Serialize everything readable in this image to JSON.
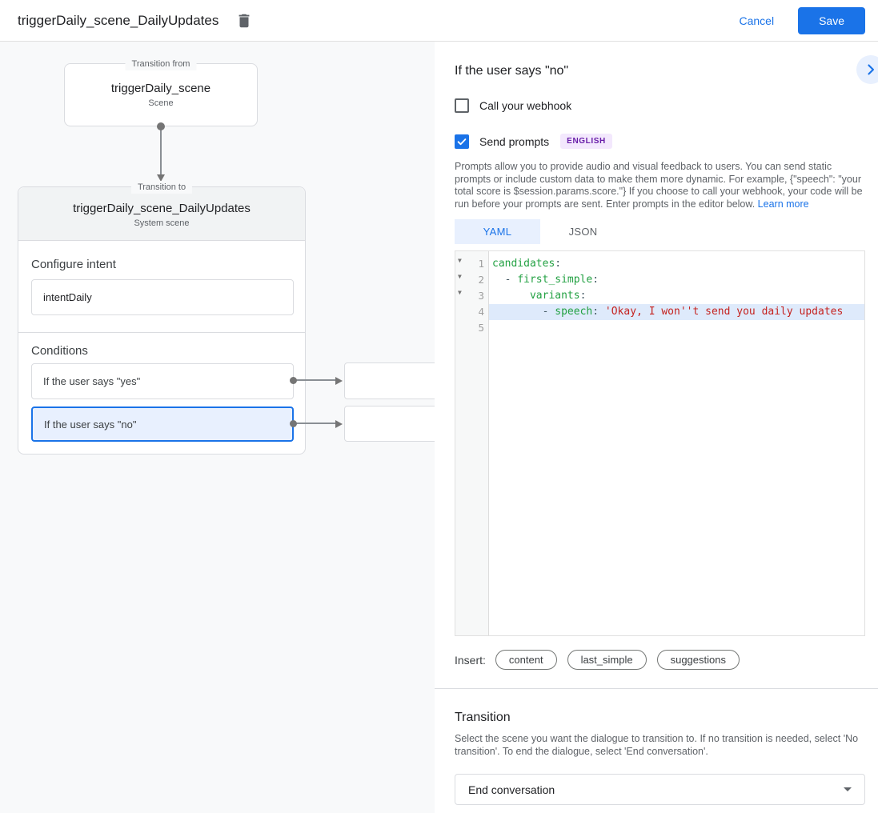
{
  "header": {
    "title": "triggerDaily_scene_DailyUpdates",
    "cancel_label": "Cancel",
    "save_label": "Save"
  },
  "canvas": {
    "transition_from": {
      "label": "Transition from",
      "name": "triggerDaily_scene",
      "type": "Scene"
    },
    "transition_to": {
      "label": "Transition to",
      "name": "triggerDaily_scene_DailyUpdates",
      "type": "System scene"
    },
    "configure_intent": {
      "heading": "Configure intent",
      "value": "intentDaily"
    },
    "conditions": {
      "heading": "Conditions",
      "items": [
        {
          "label": "If the user says \"yes\"",
          "selected": false
        },
        {
          "label": "If the user says \"no\"",
          "selected": true
        }
      ]
    }
  },
  "panel": {
    "title": "If the user says \"no\"",
    "webhook": {
      "label": "Call your webhook",
      "checked": false
    },
    "prompts": {
      "label": "Send prompts",
      "checked": true,
      "language_badge": "ENGLISH",
      "description": "Prompts allow you to provide audio and visual feedback to users. You can send static prompts or include custom data to make them more dynamic. For example, {\"speech\": \"your total score is $session.params.score.\"} If you choose to call your webhook, your code will be run before your prompts are sent. Enter prompts in the editor below. ",
      "learn_more": "Learn more"
    },
    "editor": {
      "tabs": [
        "YAML",
        "JSON"
      ],
      "active_tab": "YAML",
      "lines": [
        {
          "n": "1",
          "fold": true,
          "active": false,
          "tokens": [
            [
              "key",
              "candidates"
            ],
            [
              "punc",
              ":"
            ]
          ]
        },
        {
          "n": "2",
          "fold": true,
          "active": false,
          "tokens": [
            [
              "plain",
              "  "
            ],
            [
              "punc",
              "- "
            ],
            [
              "key",
              "first_simple"
            ],
            [
              "punc",
              ":"
            ]
          ]
        },
        {
          "n": "3",
          "fold": true,
          "active": false,
          "tokens": [
            [
              "plain",
              "      "
            ],
            [
              "key",
              "variants"
            ],
            [
              "punc",
              ":"
            ]
          ]
        },
        {
          "n": "4",
          "fold": false,
          "active": true,
          "tokens": [
            [
              "plain",
              "        "
            ],
            [
              "punc",
              "- "
            ],
            [
              "key",
              "speech"
            ],
            [
              "punc",
              ": "
            ],
            [
              "str",
              "'Okay, I won''t send you daily updates"
            ]
          ]
        },
        {
          "n": "5",
          "fold": false,
          "active": false,
          "tokens": []
        }
      ]
    },
    "insert": {
      "label": "Insert:",
      "chips": [
        "content",
        "last_simple",
        "suggestions"
      ]
    },
    "transition": {
      "heading": "Transition",
      "description": "Select the scene you want the dialogue to transition to. If no transition is needed, select 'No transition'. To end the dialogue, select 'End conversation'.",
      "value": "End conversation"
    }
  },
  "colors": {
    "accent_blue": "#1a73e8",
    "selection_blue": "#e8f0fe",
    "active_line_blue": "#deeafb",
    "badge_purple_text": "#681da8",
    "badge_purple_bg": "#f3e8fd",
    "code_key_green": "#23a143",
    "code_string_red": "#c5221f",
    "canvas_bg": "#f8f9fa"
  }
}
